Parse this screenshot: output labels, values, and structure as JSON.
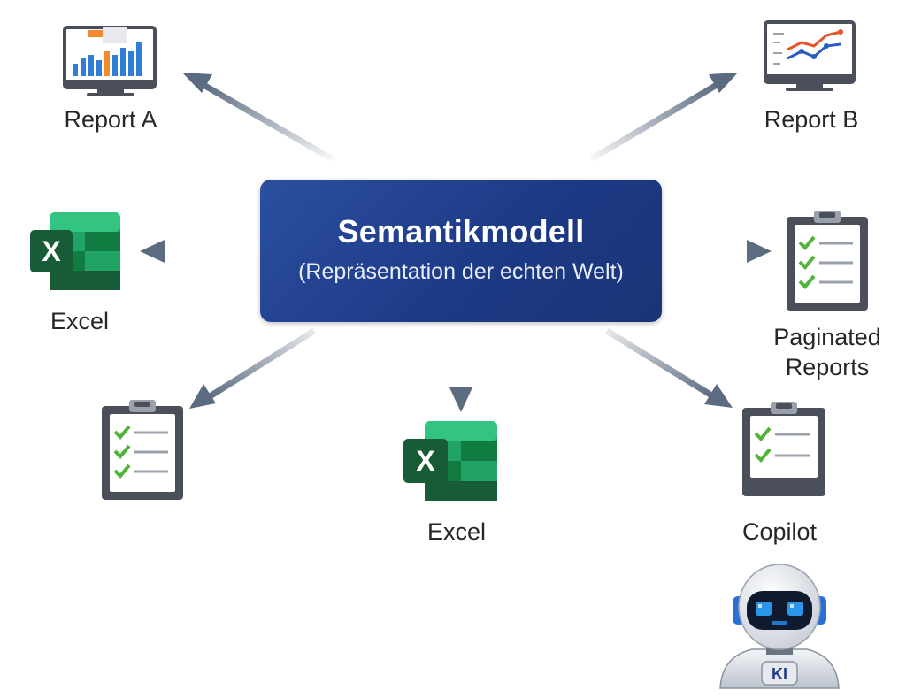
{
  "center": {
    "title": "Semantikmodell",
    "subtitle": "(Repräsentation der echten Welt)"
  },
  "nodes": {
    "report_a": {
      "label": "Report A",
      "icon": "bar-chart-monitor-icon"
    },
    "report_b": {
      "label": "Report B",
      "icon": "line-chart-monitor-icon"
    },
    "excel_left": {
      "label": "Excel",
      "icon": "excel-icon"
    },
    "paginated": {
      "label_line1": "Paginated",
      "label_line2": "Reports",
      "icon": "clipboard-checklist-icon"
    },
    "checklist_left": {
      "icon": "clipboard-checklist-icon"
    },
    "excel_bottom": {
      "label": "Excel",
      "icon": "excel-icon"
    },
    "copilot": {
      "label": "Copilot",
      "icon": "clipboard-checklist-icon"
    }
  },
  "robot": {
    "badge": "KI",
    "icon": "robot-icon"
  },
  "excel_letter": "X",
  "colors": {
    "box": "#1f3c8a",
    "arrow": "#5b6b80",
    "excel_dark": "#185c37",
    "excel_mid": "#21a366",
    "check": "#4fb43a"
  }
}
